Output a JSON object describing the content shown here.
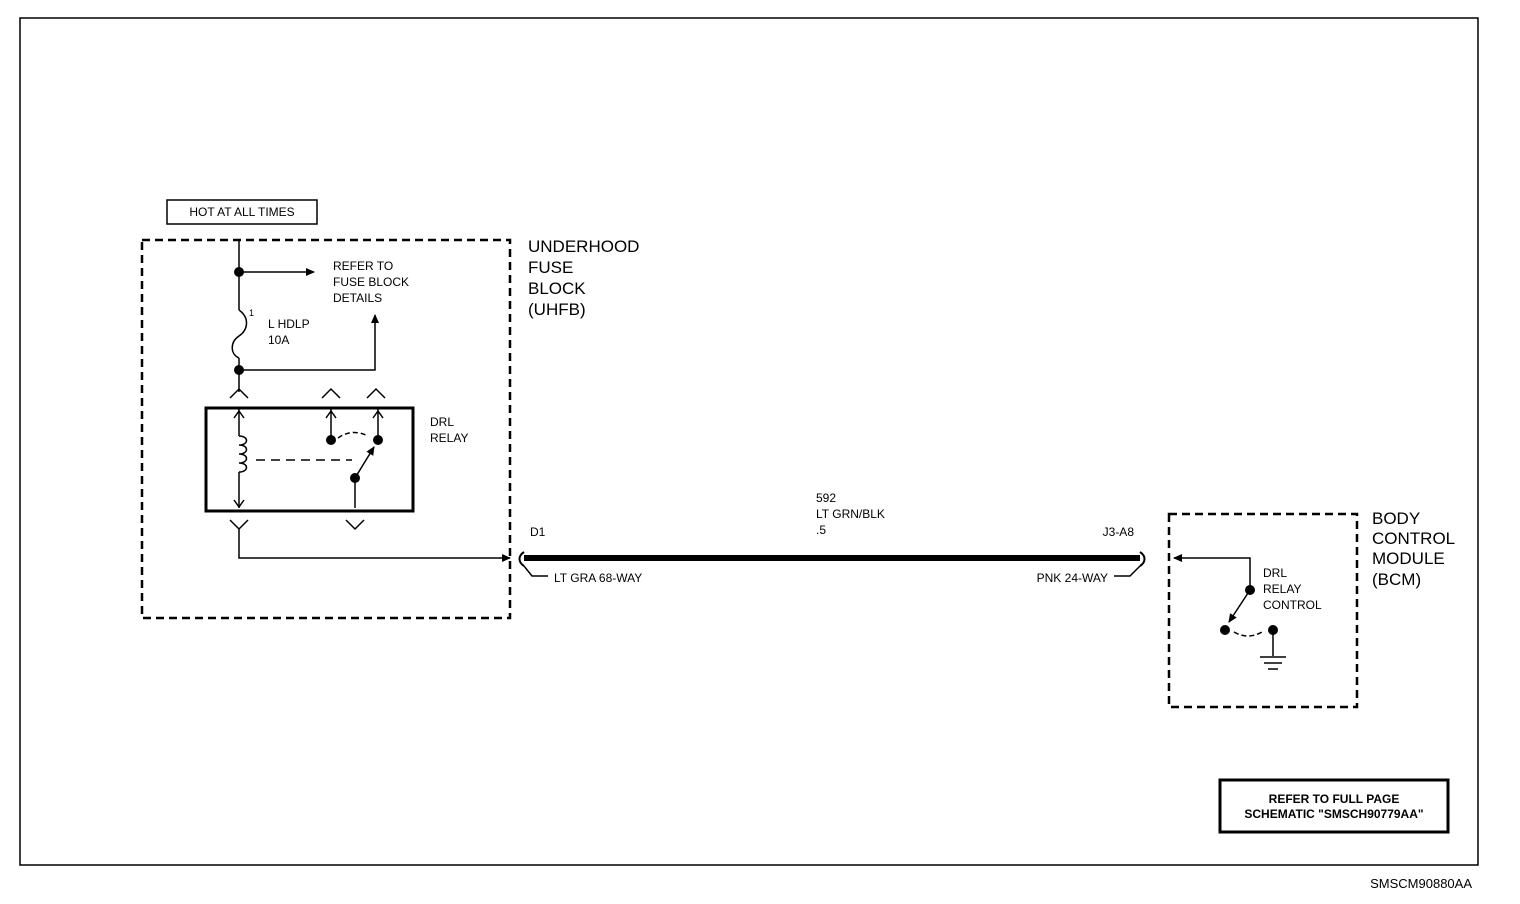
{
  "figure_id": "SMSCM90880AA",
  "hot_label": "HOT AT ALL TIMES",
  "uhfb": {
    "name_lines": [
      "UNDERHOOD",
      "FUSE",
      "BLOCK",
      "(UHFB)"
    ],
    "refer_lines": [
      "REFER TO",
      "FUSE BLOCK",
      "DETAILS"
    ],
    "fuse_number": "1",
    "fuse_lines": [
      "L HDLP",
      "10A"
    ],
    "relay_lines": [
      "DRL",
      "RELAY"
    ],
    "connector_pin": "D1",
    "connector_name": "LT GRA 68-WAY"
  },
  "wire": {
    "circuit": "592",
    "color": "LT GRN/BLK",
    "gauge": ".5"
  },
  "bcm": {
    "name_lines": [
      "BODY",
      "CONTROL",
      "MODULE",
      "(BCM)"
    ],
    "connector_pin": "J3-A8",
    "connector_name": "PNK 24-WAY",
    "control_lines": [
      "DRL",
      "RELAY",
      "CONTROL"
    ]
  },
  "refer_box_lines": [
    "REFER TO FULL PAGE",
    "SCHEMATIC \"SMSCH90779AA\""
  ]
}
